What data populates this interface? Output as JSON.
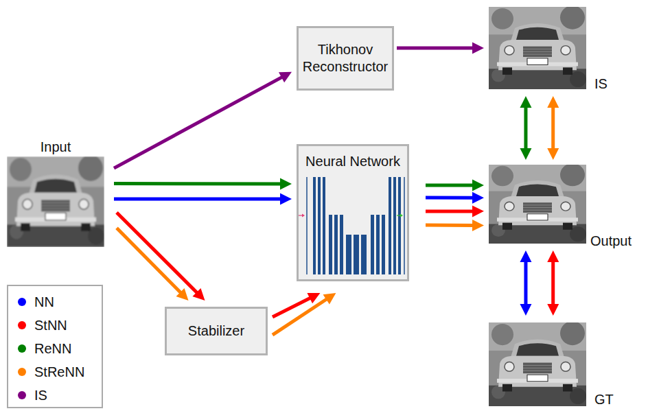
{
  "diagram": {
    "nodes": [
      {
        "text": [
          "Input"
        ]
      },
      {
        "text": [
          "Tikhonov Reconstructor"
        ]
      },
      {
        "text": [
          "Neural Network"
        ]
      },
      {
        "text": [
          "Stabilizer"
        ]
      },
      {
        "text": [
          "IS"
        ]
      },
      {
        "text": [
          "Output"
        ]
      },
      {
        "text": [
          "GT"
        ]
      }
    ],
    "edges": [
      {
        "from": 0,
        "to": 1,
        "arrow": "to"
      },
      {
        "from": 1,
        "to": 4,
        "arrow": "to"
      },
      {
        "from": 0,
        "to": 2,
        "arrow": "to"
      },
      {
        "from": 0,
        "to": 2,
        "arrow": "to"
      },
      {
        "from": 0,
        "to": 3,
        "arrow": "to"
      },
      {
        "from": 0,
        "to": 3,
        "arrow": "to"
      },
      {
        "from": 3,
        "to": 2,
        "arrow": "to"
      },
      {
        "from": 3,
        "to": 2,
        "arrow": "to"
      },
      {
        "from": 2,
        "to": 5,
        "arrow": "to"
      },
      {
        "from": 2,
        "to": 5,
        "arrow": "to"
      },
      {
        "from": 2,
        "to": 5,
        "arrow": "to"
      },
      {
        "from": 2,
        "to": 5,
        "arrow": "to"
      },
      {
        "from": 4,
        "to": 5,
        "arrow": "both"
      },
      {
        "from": 4,
        "to": 5,
        "arrow": "both"
      },
      {
        "from": 5,
        "to": 6,
        "arrow": "both"
      },
      {
        "from": 5,
        "to": 6,
        "arrow": "both"
      }
    ],
    "legend": [
      {
        "text": "NN",
        "color": "#0000ff"
      },
      {
        "text": "StNN",
        "color": "#ff0000"
      },
      {
        "text": "ReNN",
        "color": "#008000"
      },
      {
        "text": "StReNN",
        "color": "#ff8000"
      },
      {
        "text": "IS",
        "color": "#800080"
      }
    ]
  }
}
